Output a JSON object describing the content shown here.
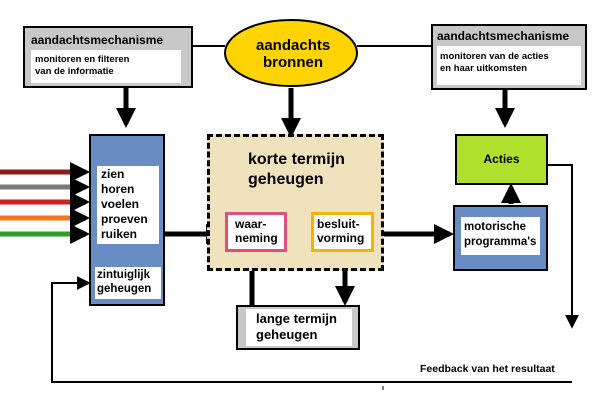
{
  "attention_left": {
    "title": "aandachtsmechanisme",
    "desc_line1": "monitoren en filteren",
    "desc_line2": "van de informatie"
  },
  "attention_sources": {
    "line1": "aandachts",
    "line2": "bronnen",
    "fill": "#ffd400"
  },
  "attention_right": {
    "title": "aandachtsmechanisme",
    "desc_line1": "monitoren van de acties",
    "desc_line2": "en haar uitkomsten"
  },
  "senses": {
    "items": [
      "zien",
      "horen",
      "voelen",
      "proeven",
      "ruiken"
    ],
    "memory_line1": "zintuiglijk",
    "memory_line2": "geheugen",
    "input_colors": [
      "#8b1a1a",
      "#7a7a7a",
      "#d02020",
      "#f07820",
      "#2aa02a"
    ]
  },
  "short_term_memory": {
    "line1": "korte termijn",
    "line2": "geheugen"
  },
  "perception": {
    "line1": "waar-",
    "line2": "neming"
  },
  "decision": {
    "line1": "besluit-",
    "line2": "vorming"
  },
  "actions": {
    "label": "Acties"
  },
  "motor_programs": {
    "line1": "motorische",
    "line2": "programma's"
  },
  "long_term_memory": {
    "line1": "lange termijn",
    "line2": "geheugen"
  },
  "feedback": {
    "label": "Feedback van het resultaat"
  }
}
